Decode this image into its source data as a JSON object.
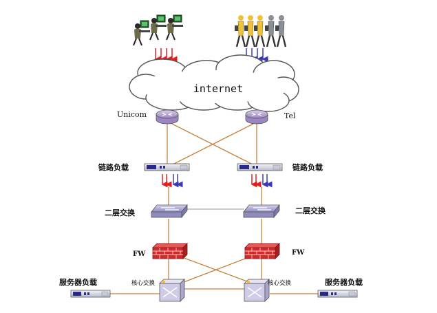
{
  "labels": {
    "internet": "internet",
    "isp_left": "Unicom",
    "isp_right": "Tel",
    "link_lb_left": "链路负载",
    "link_lb_right": "链路负载",
    "l2_left": "二层交换",
    "l2_right": "二层交换",
    "fw_left": "FW",
    "fw_right": "FW",
    "server_lb_left": "服务器负载",
    "server_lb_right": "服务器负载",
    "core_left": "核心交换",
    "core_right": "核心交换"
  },
  "icons": {
    "users_left": "users-at-computers-icon",
    "users_right": "walking-people-icon",
    "cloud": "cloud-icon",
    "router": "router-icon",
    "load_balancer": "load-balancer-device-icon",
    "switch": "layer2-switch-icon",
    "firewall": "firewall-brick-icon",
    "core_switch": "core-switch-icon",
    "server_lb": "server-load-balancer-icon"
  },
  "colors": {
    "link": "#c8813a",
    "l2_link": "#999999",
    "arrow_red": "#e02020",
    "arrow_blue": "#3a3ab8",
    "router": "#b9a3d6",
    "switch": "#b7b3d9",
    "firewall": "#d42a2a",
    "core_switch": "#cfcce8",
    "device": "#e4e6ee",
    "device_accent": "#2a2a8c"
  }
}
